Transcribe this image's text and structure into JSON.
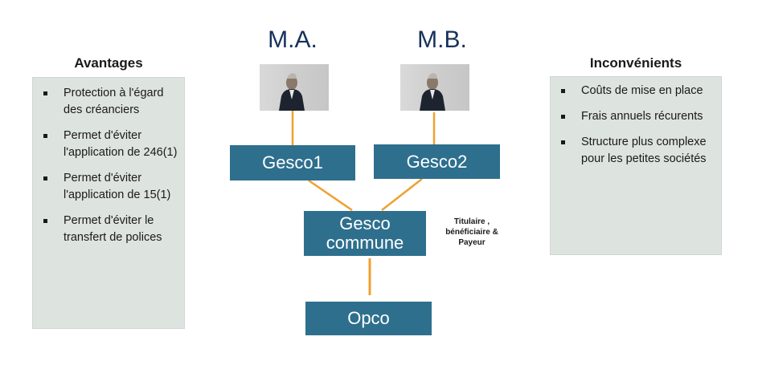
{
  "people": {
    "a": {
      "name": "M.A."
    },
    "b": {
      "name": "M.B."
    }
  },
  "advantages": {
    "title": "Avantages",
    "items": [
      "Protection à l'égard des créanciers",
      "Permet d'éviter l'application de 246(1)",
      "Permet d'éviter l'application de 15(1)",
      "Permet d'éviter le transfert de polices"
    ]
  },
  "disadvantages": {
    "title": "Inconvénients",
    "items": [
      "Coûts de mise en place",
      "Frais annuels récurents",
      "Structure plus complexe pour les petites sociétés"
    ]
  },
  "boxes": {
    "gesco1": "Gesco1",
    "gesco2": "Gesco2",
    "gesco_commune_line1": "Gesco",
    "gesco_commune_line2": "commune",
    "opco": "Opco"
  },
  "role_label": {
    "line1": "Titulaire ,",
    "line2": "bénéficiaire &",
    "line3": "Payeur"
  },
  "colors": {
    "box": "#2e6f8e",
    "connector": "#f0a030",
    "panel": "#dde3df",
    "person_name": "#16315c"
  }
}
